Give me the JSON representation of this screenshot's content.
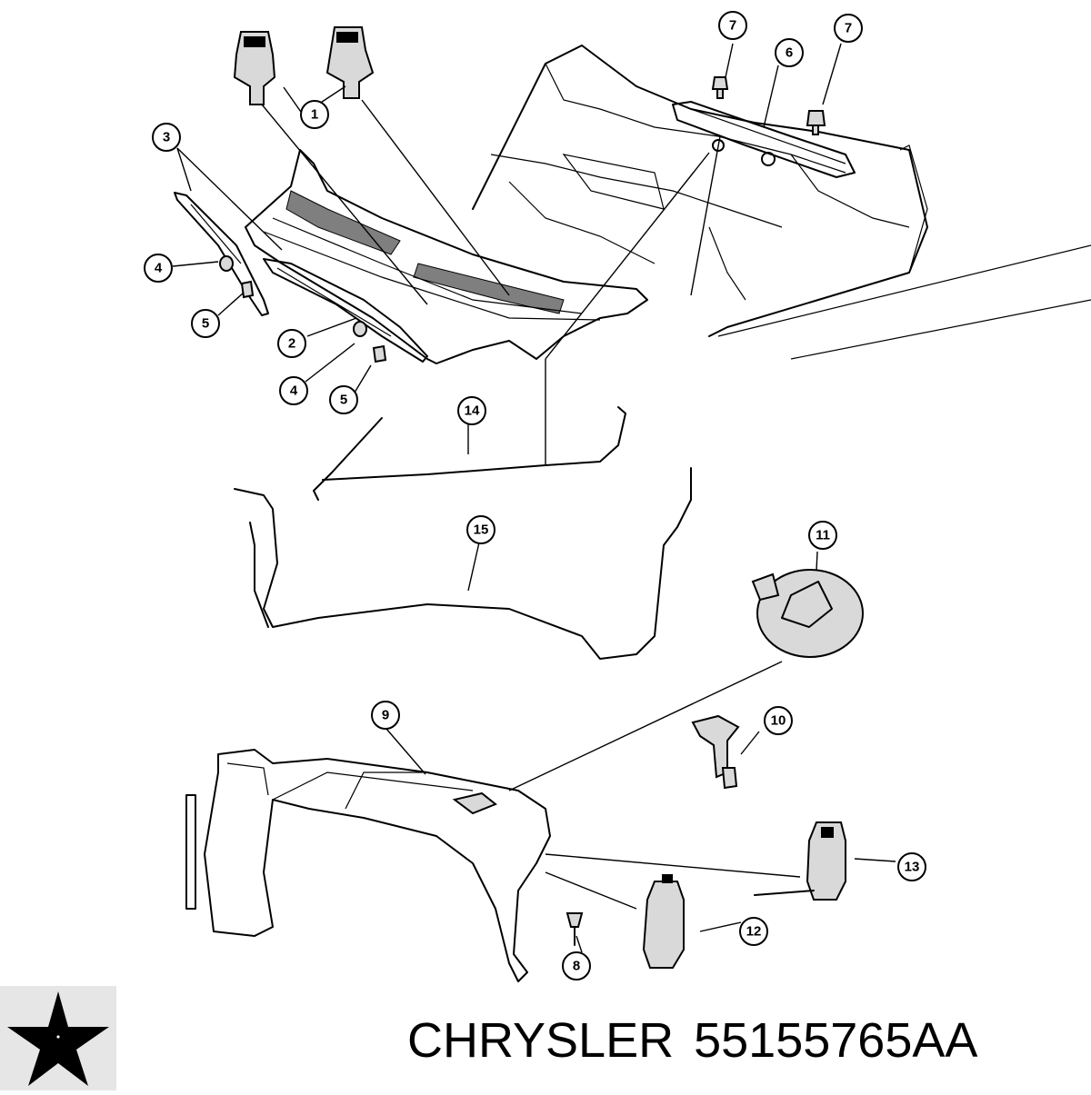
{
  "caption": {
    "brand": "CHRYSLER",
    "part_number": "55155765AA"
  },
  "callouts": [
    {
      "id": "callout-1",
      "label": "1"
    },
    {
      "id": "callout-2",
      "label": "2"
    },
    {
      "id": "callout-3",
      "label": "3"
    },
    {
      "id": "callout-4a",
      "label": "4"
    },
    {
      "id": "callout-4b",
      "label": "4"
    },
    {
      "id": "callout-5a",
      "label": "5"
    },
    {
      "id": "callout-5b",
      "label": "5"
    },
    {
      "id": "callout-6",
      "label": "6"
    },
    {
      "id": "callout-7a",
      "label": "7"
    },
    {
      "id": "callout-7b",
      "label": "7"
    },
    {
      "id": "callout-8",
      "label": "8"
    },
    {
      "id": "callout-9",
      "label": "9"
    },
    {
      "id": "callout-10",
      "label": "10"
    },
    {
      "id": "callout-11",
      "label": "11"
    },
    {
      "id": "callout-12",
      "label": "12"
    },
    {
      "id": "callout-13",
      "label": "13"
    },
    {
      "id": "callout-14",
      "label": "14"
    },
    {
      "id": "callout-15",
      "label": "15"
    }
  ],
  "logo": {
    "icon": "pentastar-logo-icon",
    "color": "#000000",
    "background": "#e6e6e6"
  }
}
